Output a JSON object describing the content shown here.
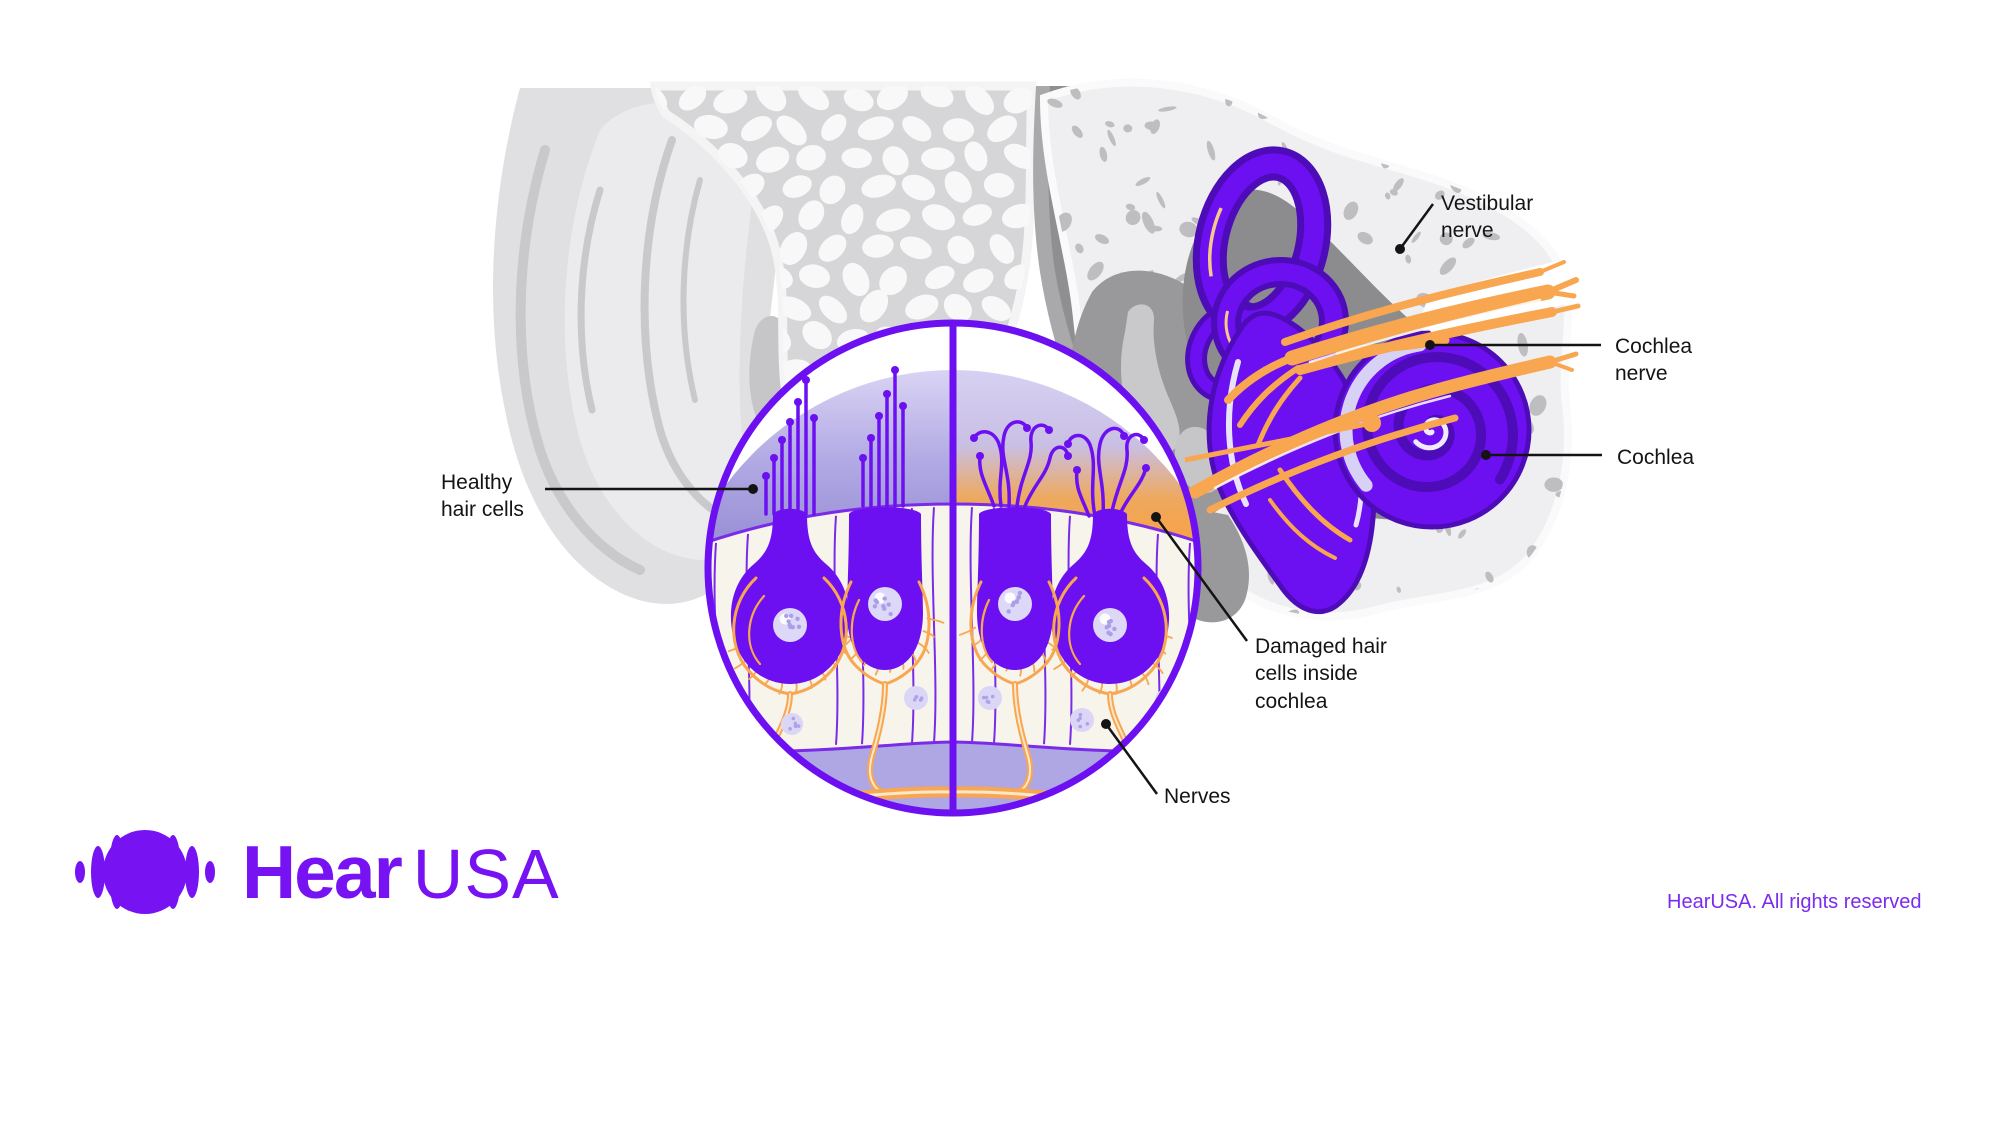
{
  "colors": {
    "purple": "#6C10F1",
    "purple_dark": "#4E0CB8",
    "purple_outline": "#7A2BE8",
    "orange": "#F8A64F",
    "lavender": "#C9C2EE",
    "cream": "#F6F4EB",
    "band_purple": "#AEA7E3",
    "label_text": "#141414",
    "brand_purple": "#7712F2",
    "footer_purple": "#7B2BEE",
    "grey_ear": "#E0E0E2",
    "grey_bone": "#EFEFF1",
    "grey_speckle": "#BEBEC1",
    "grey_canal": "#A9A9AC",
    "grey_cavity": "#99999C"
  },
  "labels": {
    "vestibular_nerve": "Vestibular nerve",
    "cochlea_nerve": "Cochlea nerve",
    "cochlea": "Cochlea",
    "healthy_hair_cells": "Healthy hair cells",
    "damaged_hair_cells": "Damaged hair cells inside cochlea",
    "nerves": "Nerves"
  },
  "logo": {
    "word_bold": "Hear",
    "word_light": "USA"
  },
  "footer": {
    "text": "HearUSA. All rights reserved"
  }
}
